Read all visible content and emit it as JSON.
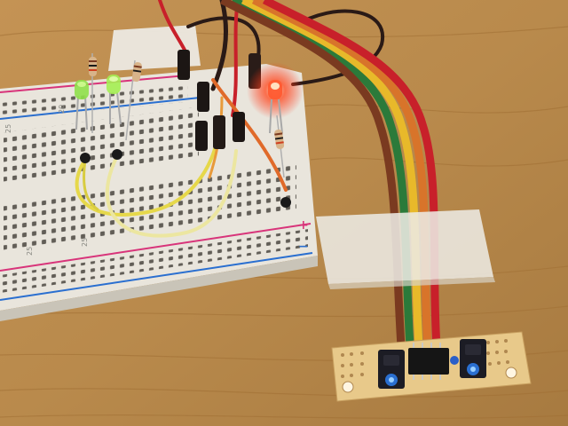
{
  "photo": {
    "rail_plus_symbol": "+",
    "rail_minus_symbol": "−",
    "row_numbers": [
      "25",
      "20",
      "25",
      "25"
    ],
    "colors": {
      "table_wood": "#b98a4c",
      "table_wood_dark": "#a67838",
      "breadboard_body": "#e9e5dc",
      "rail_red_line": "#d8347a",
      "rail_blue_line": "#2a6fd0",
      "led_red_glow": "#ff3a1a",
      "led_green": "#8fe04a",
      "pcb": "#e8c98a",
      "masking_tape": "#ece9e2"
    },
    "ribbon_cable_colors": [
      "#2b7a3a",
      "#e8b92a",
      "#d8742a",
      "#c8202a",
      "#7a3a20",
      "#2a2a2a"
    ],
    "icons": [
      "breadboard",
      "led-green",
      "led-red",
      "resistor",
      "ribbon-cable",
      "ir-sensor",
      "ic-chip",
      "masking-tape",
      "jumper-wire"
    ]
  }
}
